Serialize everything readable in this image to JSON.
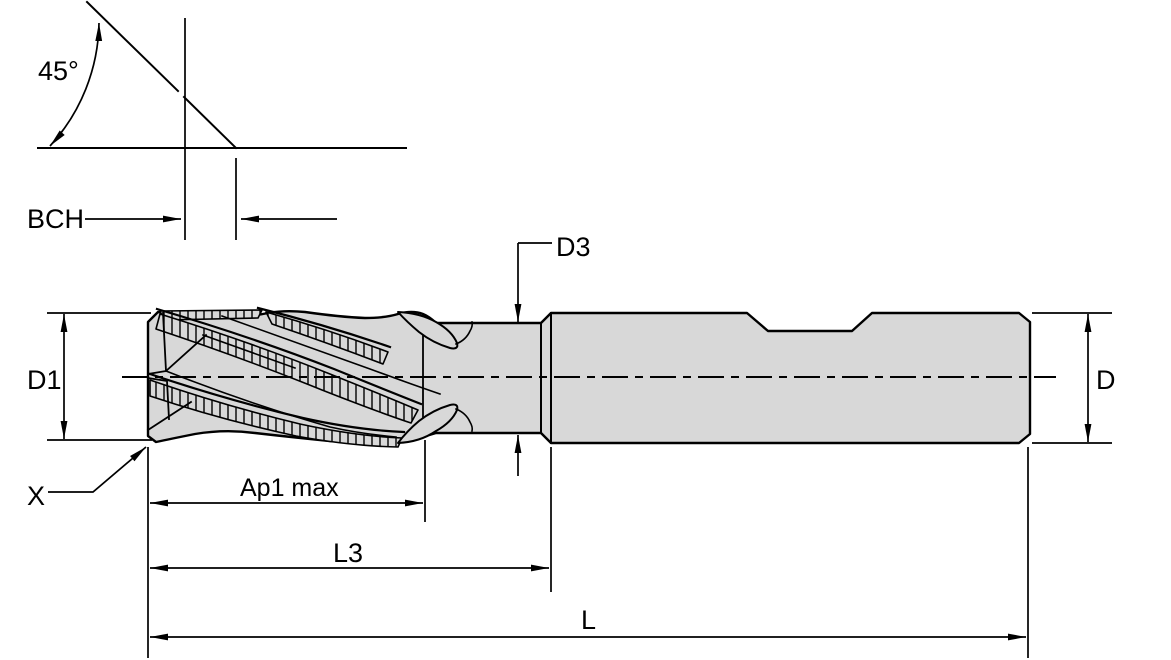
{
  "drawing": {
    "labels": {
      "angle": "45°",
      "bch": "BCH",
      "d3": "D3",
      "d1": "D1",
      "d": "D",
      "x": "X",
      "ap1_max": "Ap1 max",
      "l3": "L3",
      "l": "L"
    },
    "colors": {
      "body_fill": "#d8d8d8",
      "line": "#000000",
      "background": "#ffffff"
    }
  }
}
